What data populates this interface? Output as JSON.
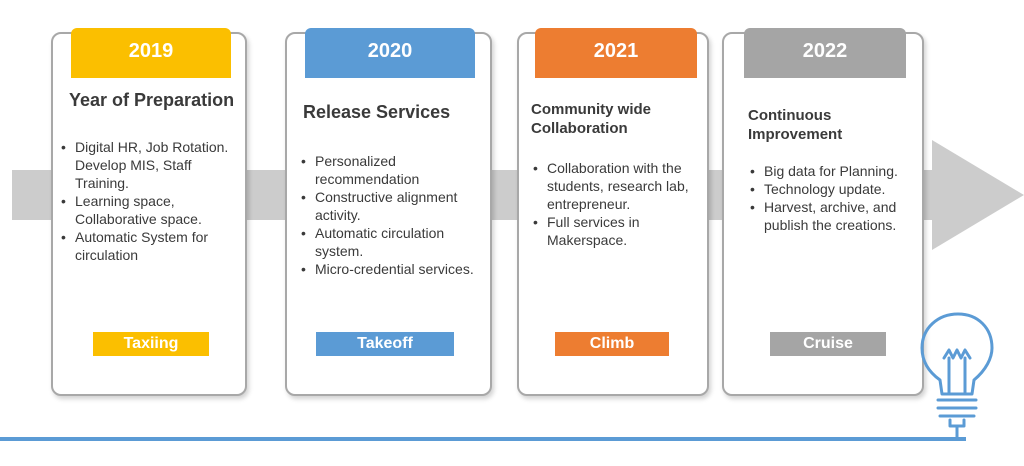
{
  "colors": {
    "y2019": "#fbbf00",
    "y2020": "#5b9bd5",
    "y2021": "#ed7d31",
    "y2022": "#a5a5a5",
    "arrow": "#cccccc",
    "line": "#5b9bd5"
  },
  "timeline": [
    {
      "year": "2019",
      "title": "Year of Preparation",
      "items": [
        "Digital HR, Job Rotation. Develop MIS, Staff Training.",
        "Learning space, Collaborative space.",
        "Automatic System for circulation"
      ],
      "stage": "Taxiing"
    },
    {
      "year": "2020",
      "title": "Release Services",
      "items": [
        "Personalized recommendation",
        "Constructive alignment activity.",
        "Automatic circulation system.",
        "Micro-credential services."
      ],
      "stage": "Takeoff"
    },
    {
      "year": "2021",
      "title": "Community wide Collaboration",
      "items": [
        "Collaboration with the students, research lab, entrepreneur.",
        "Full services in Makerspace."
      ],
      "stage": "Climb"
    },
    {
      "year": "2022",
      "title": "Continuous Improvement",
      "items": [
        "Big data for Planning.",
        "Technology update.",
        "Harvest, archive, and publish the creations."
      ],
      "stage": "Cruise"
    }
  ],
  "icons": {
    "bulb": "lightbulb-icon",
    "arrow": "timeline-arrow"
  }
}
